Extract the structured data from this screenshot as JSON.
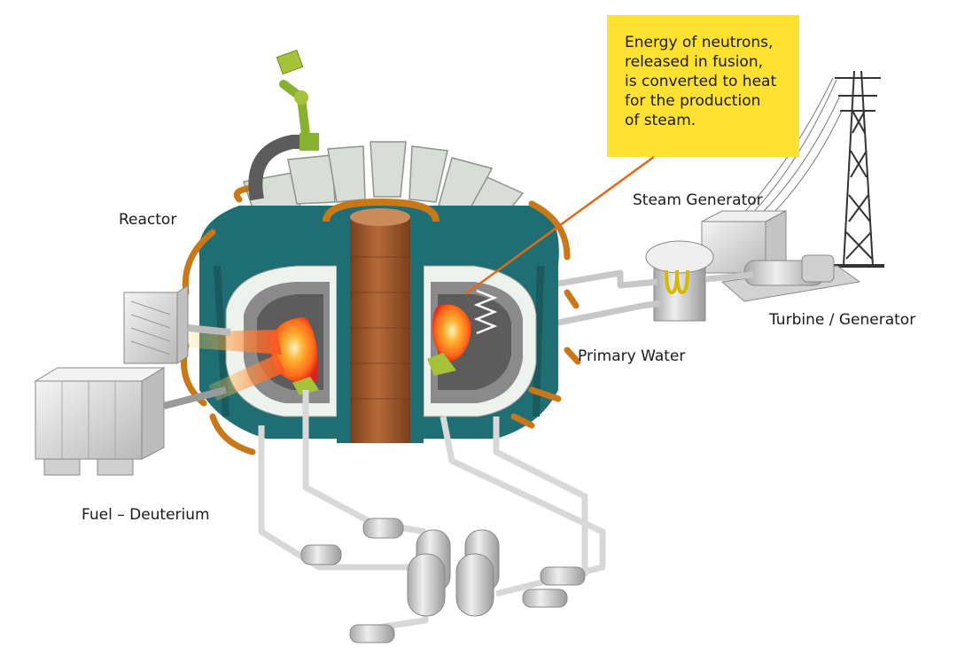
{
  "labels": {
    "reactor": "Reactor",
    "fuel": "Fuel – Deuterium",
    "steam_generator": "Steam Generator",
    "turbine_generator": "Turbine / Generator",
    "primary_water": "Primary Water"
  },
  "callout": {
    "lines": [
      "Energy of neutrons,",
      "released in fusion,",
      "is converted to heat",
      "for the production",
      "of steam."
    ]
  },
  "colors": {
    "callout_bg": "#ffe132",
    "leader_line": "#e06a1a",
    "vessel_teal": "#1f6e73",
    "coil_orange": "#c97818",
    "solenoid_brown": "#9c5a2c",
    "plasma_core": "#ff7a1a",
    "plasma_edge": "#e0201c",
    "divertor_green": "#a6c23a",
    "piping_gray": "#dcdcdc"
  }
}
